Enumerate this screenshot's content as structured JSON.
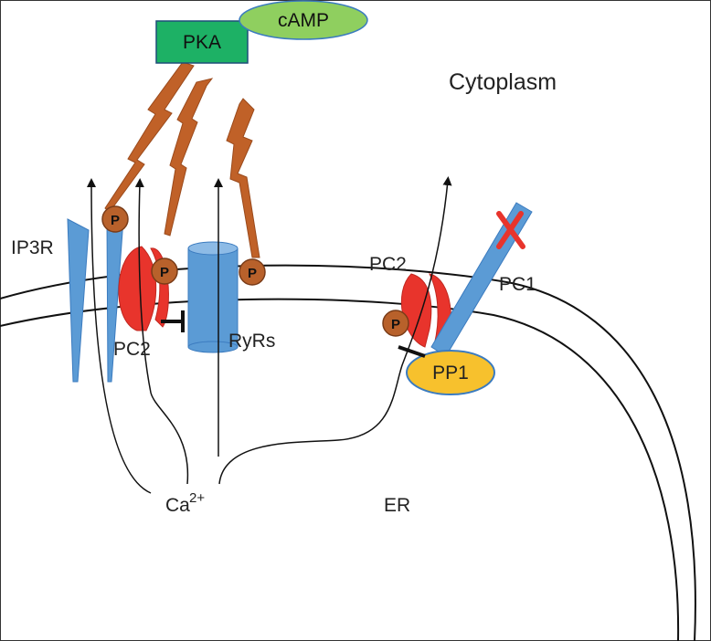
{
  "labels": {
    "pka": "PKA",
    "camp": "cAMP",
    "cytoplasm": "Cytoplasm",
    "ip3r": "IP3R",
    "pc2_left": "PC2",
    "rytrs": "RyRs",
    "pc2_right": "PC2",
    "pc1": "PC1",
    "pp1": "PP1",
    "ca": "Ca",
    "ca_sup": "2+",
    "er": "ER",
    "phospho": "P"
  },
  "colors": {
    "pka_fill": "#1db165",
    "camp_fill": "#8fcf5f",
    "lightning": "#c06128",
    "channel_blue": "#5b9bd5",
    "pc2_red": "#e8342c",
    "pp1_yellow": "#f7c12d",
    "phospho_brown": "#b8612b",
    "x_red": "#e8342c"
  },
  "icons": {
    "phospho": "circle-P",
    "inhibit": "t-bar",
    "block": "x-mark",
    "signal": "lightning-bolt"
  }
}
